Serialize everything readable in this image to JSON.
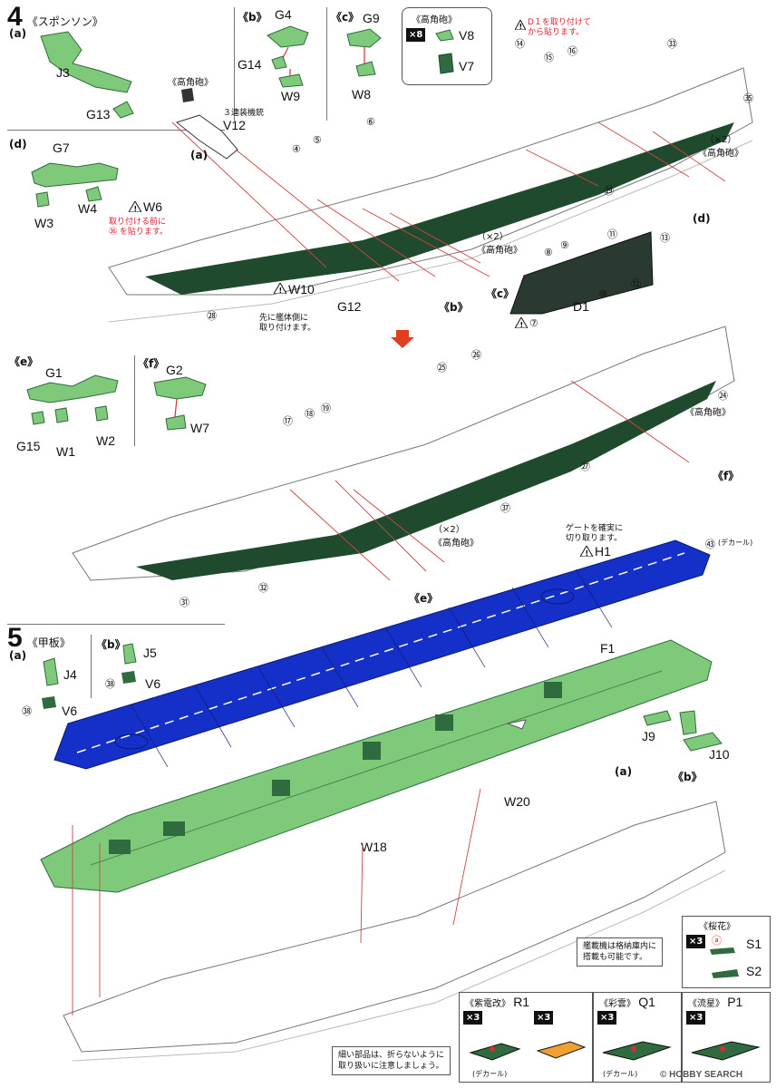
{
  "step4": {
    "number": "4",
    "title": "《スポンソン》",
    "groups": {
      "a": {
        "label": "(a)",
        "parts": [
          "J3",
          "G13"
        ]
      },
      "b": {
        "label": "《b》",
        "parts": [
          "G4",
          "G14",
          "W9"
        ]
      },
      "c": {
        "label": "《c》",
        "parts": [
          "G9",
          "W8"
        ]
      },
      "aa_gun": {
        "label": "《高角砲》",
        "count": "×8",
        "parts": [
          "V8",
          "V7"
        ]
      },
      "d": {
        "label": "(d)",
        "parts": [
          "G7",
          "W3",
          "W4"
        ]
      },
      "e": {
        "label": "《e》",
        "parts": [
          "G1",
          "G15",
          "W1",
          "W2"
        ]
      },
      "f": {
        "label": "《f》",
        "parts": [
          "G2",
          "W7"
        ]
      }
    },
    "notes": {
      "d1_attach": "D１を取り付けて\nから貼ります。",
      "w6_before": "取り付ける前に\n㊱ を貼ります。",
      "w10_before": "先に艦体側に\n取り付けます。",
      "h1_gate": "ゲートを確実に\n切り取ります。",
      "v12_label": "３連装機銃"
    },
    "callouts": {
      "aa_gun": "《高角砲》",
      "aa_gun_x2": "（×2）",
      "a": "(a)",
      "b": "《b》",
      "c": "《c》",
      "d": "(d)",
      "e": "《e》",
      "f": "《f》",
      "decal": "(デカール)"
    },
    "parts": {
      "V12": "V12",
      "W6": "W6",
      "W10": "W10",
      "G12": "G12",
      "D1": "D1",
      "H1": "H1"
    },
    "decal_numbers": [
      "⑭",
      "⑮",
      "⑯",
      "㉝",
      "㉟",
      "⑥",
      "⑤",
      "④",
      "㉙",
      "⑪",
      "⑬",
      "⑧",
      "⑨",
      "⑫",
      "⑩",
      "⑦",
      "㉘",
      "㉖",
      "㉕",
      "㉔",
      "⑰",
      "⑱",
      "⑲",
      "㉗",
      "㊲",
      "㉜",
      "㉛",
      "㊸"
    ]
  },
  "step5": {
    "number": "5",
    "title": "《甲板》",
    "groups": {
      "a": {
        "label": "(a)",
        "parts": [
          "J4",
          "V6"
        ],
        "decal": "㊳"
      },
      "b": {
        "label": "《b》",
        "parts": [
          "J5",
          "V6"
        ],
        "decal": "㊳"
      }
    },
    "parts": {
      "F1": "F1",
      "J9": "J9",
      "J10": "J10",
      "W20": "W20",
      "W18": "W18"
    },
    "callouts": {
      "a": "(a)",
      "b": "《b》"
    },
    "notes": {
      "hangar": "艦載機は格納庫内に\n搭載も可能です。",
      "fragile": "細い部品は、折らないように\n取り扱いに注意しましょう。"
    },
    "aircraft": {
      "ohka": {
        "label": "《桜花》",
        "count": "×3",
        "parts": [
          "S1",
          "S2"
        ],
        "decal": "ⓐ"
      },
      "shidenkai": {
        "label": "《紫電改》",
        "part": "R1",
        "count": "×3",
        "count2": "×3",
        "decal_label": "(デカール)"
      },
      "saiun": {
        "label": "《彩雲》",
        "part": "Q1",
        "count": "×3",
        "decal_label": "(デカール)"
      },
      "ryusei": {
        "label": "《流星》",
        "part": "P1",
        "count": "×3"
      }
    }
  },
  "watermark": "© HOBBY SEARCH",
  "colors": {
    "green": "#7ec97a",
    "green_dark": "#2f6b3e",
    "blue": "#1530c8",
    "hull_dark": "#1f4a2e",
    "red": "#d23030",
    "orange": "#f0a030"
  }
}
